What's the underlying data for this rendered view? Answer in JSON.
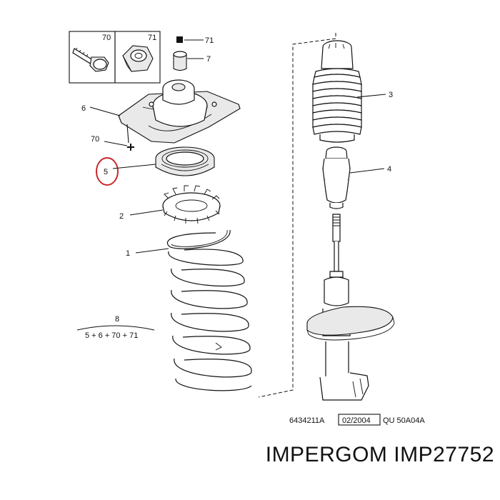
{
  "callouts": {
    "c70a": "70",
    "c71a": "71",
    "c71b": "71",
    "c7": "7",
    "c6": "6",
    "c70b": "70",
    "c5": "5",
    "c2": "2",
    "c1": "1",
    "c3": "3",
    "c4": "4",
    "c8": "8",
    "kit": "5 + 6 + 70 + 71"
  },
  "footer": {
    "ref": "6434211A",
    "date": "02/2004",
    "code": "QU 50A04A"
  },
  "brand": {
    "text": "IMPERGOM IMP27752"
  },
  "colors": {
    "highlight": "#c9262c",
    "ink": "#111111"
  }
}
